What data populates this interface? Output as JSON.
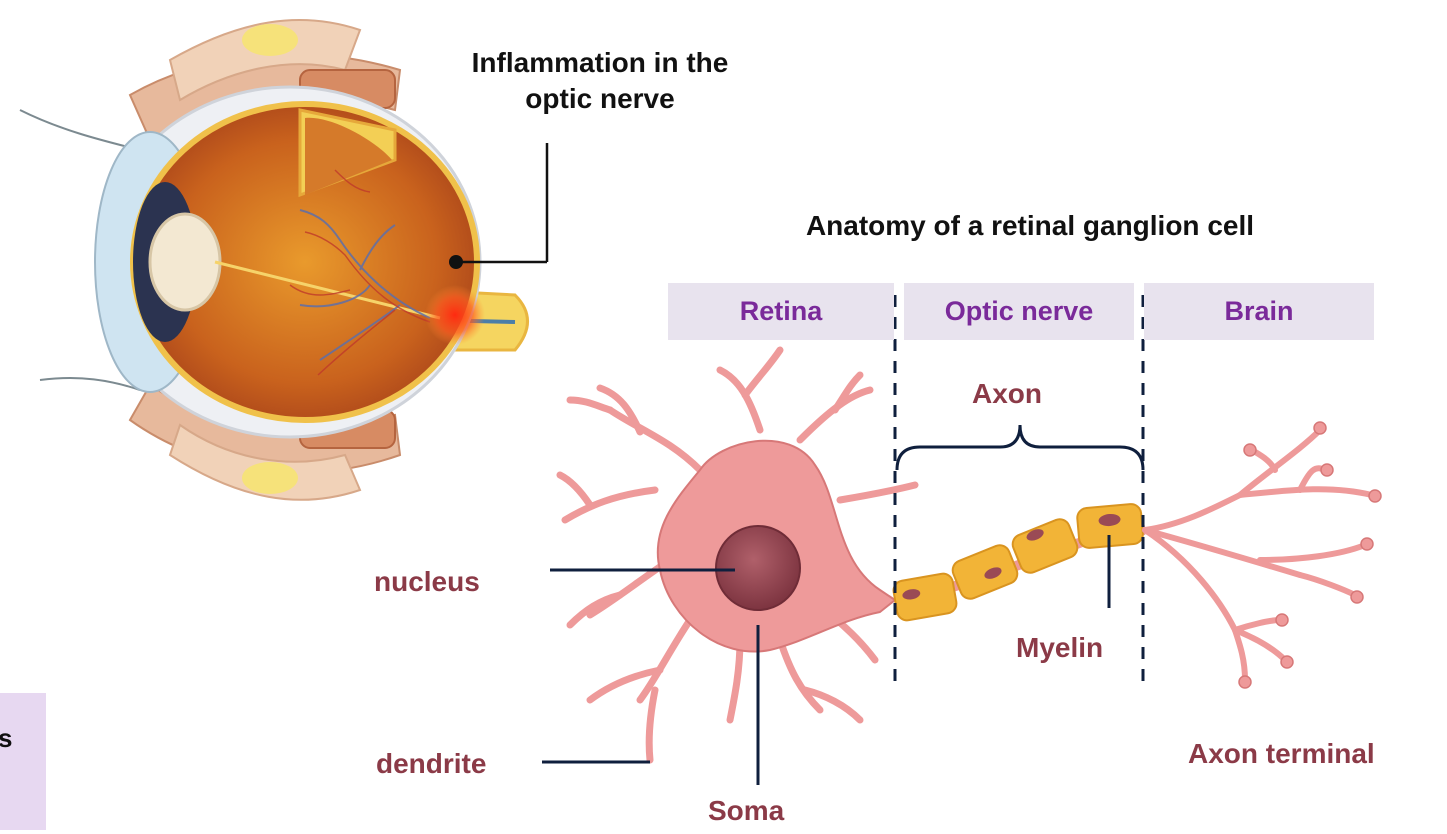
{
  "eye": {
    "inflammation_label_line1": "Inflammation in the",
    "inflammation_label_line2": "optic nerve"
  },
  "cell_title": "Anatomy of a retinal ganglion cell",
  "regions": [
    "Retina",
    "Optic nerve",
    "Brain"
  ],
  "labels": {
    "axon": "Axon",
    "nucleus": "nucleus",
    "myelin": "Myelin",
    "dendrite": "dendrite",
    "axon_terminal": "Axon terminal",
    "soma": "Soma"
  },
  "side_box_text": "s",
  "colors": {
    "region_text": "#7a2a9a",
    "label_text": "#8b3a47",
    "neuron": "#ee9a9a",
    "myelin": "#f2b437",
    "nucleus": "#9a4a55",
    "line": "#0f1f3d"
  }
}
